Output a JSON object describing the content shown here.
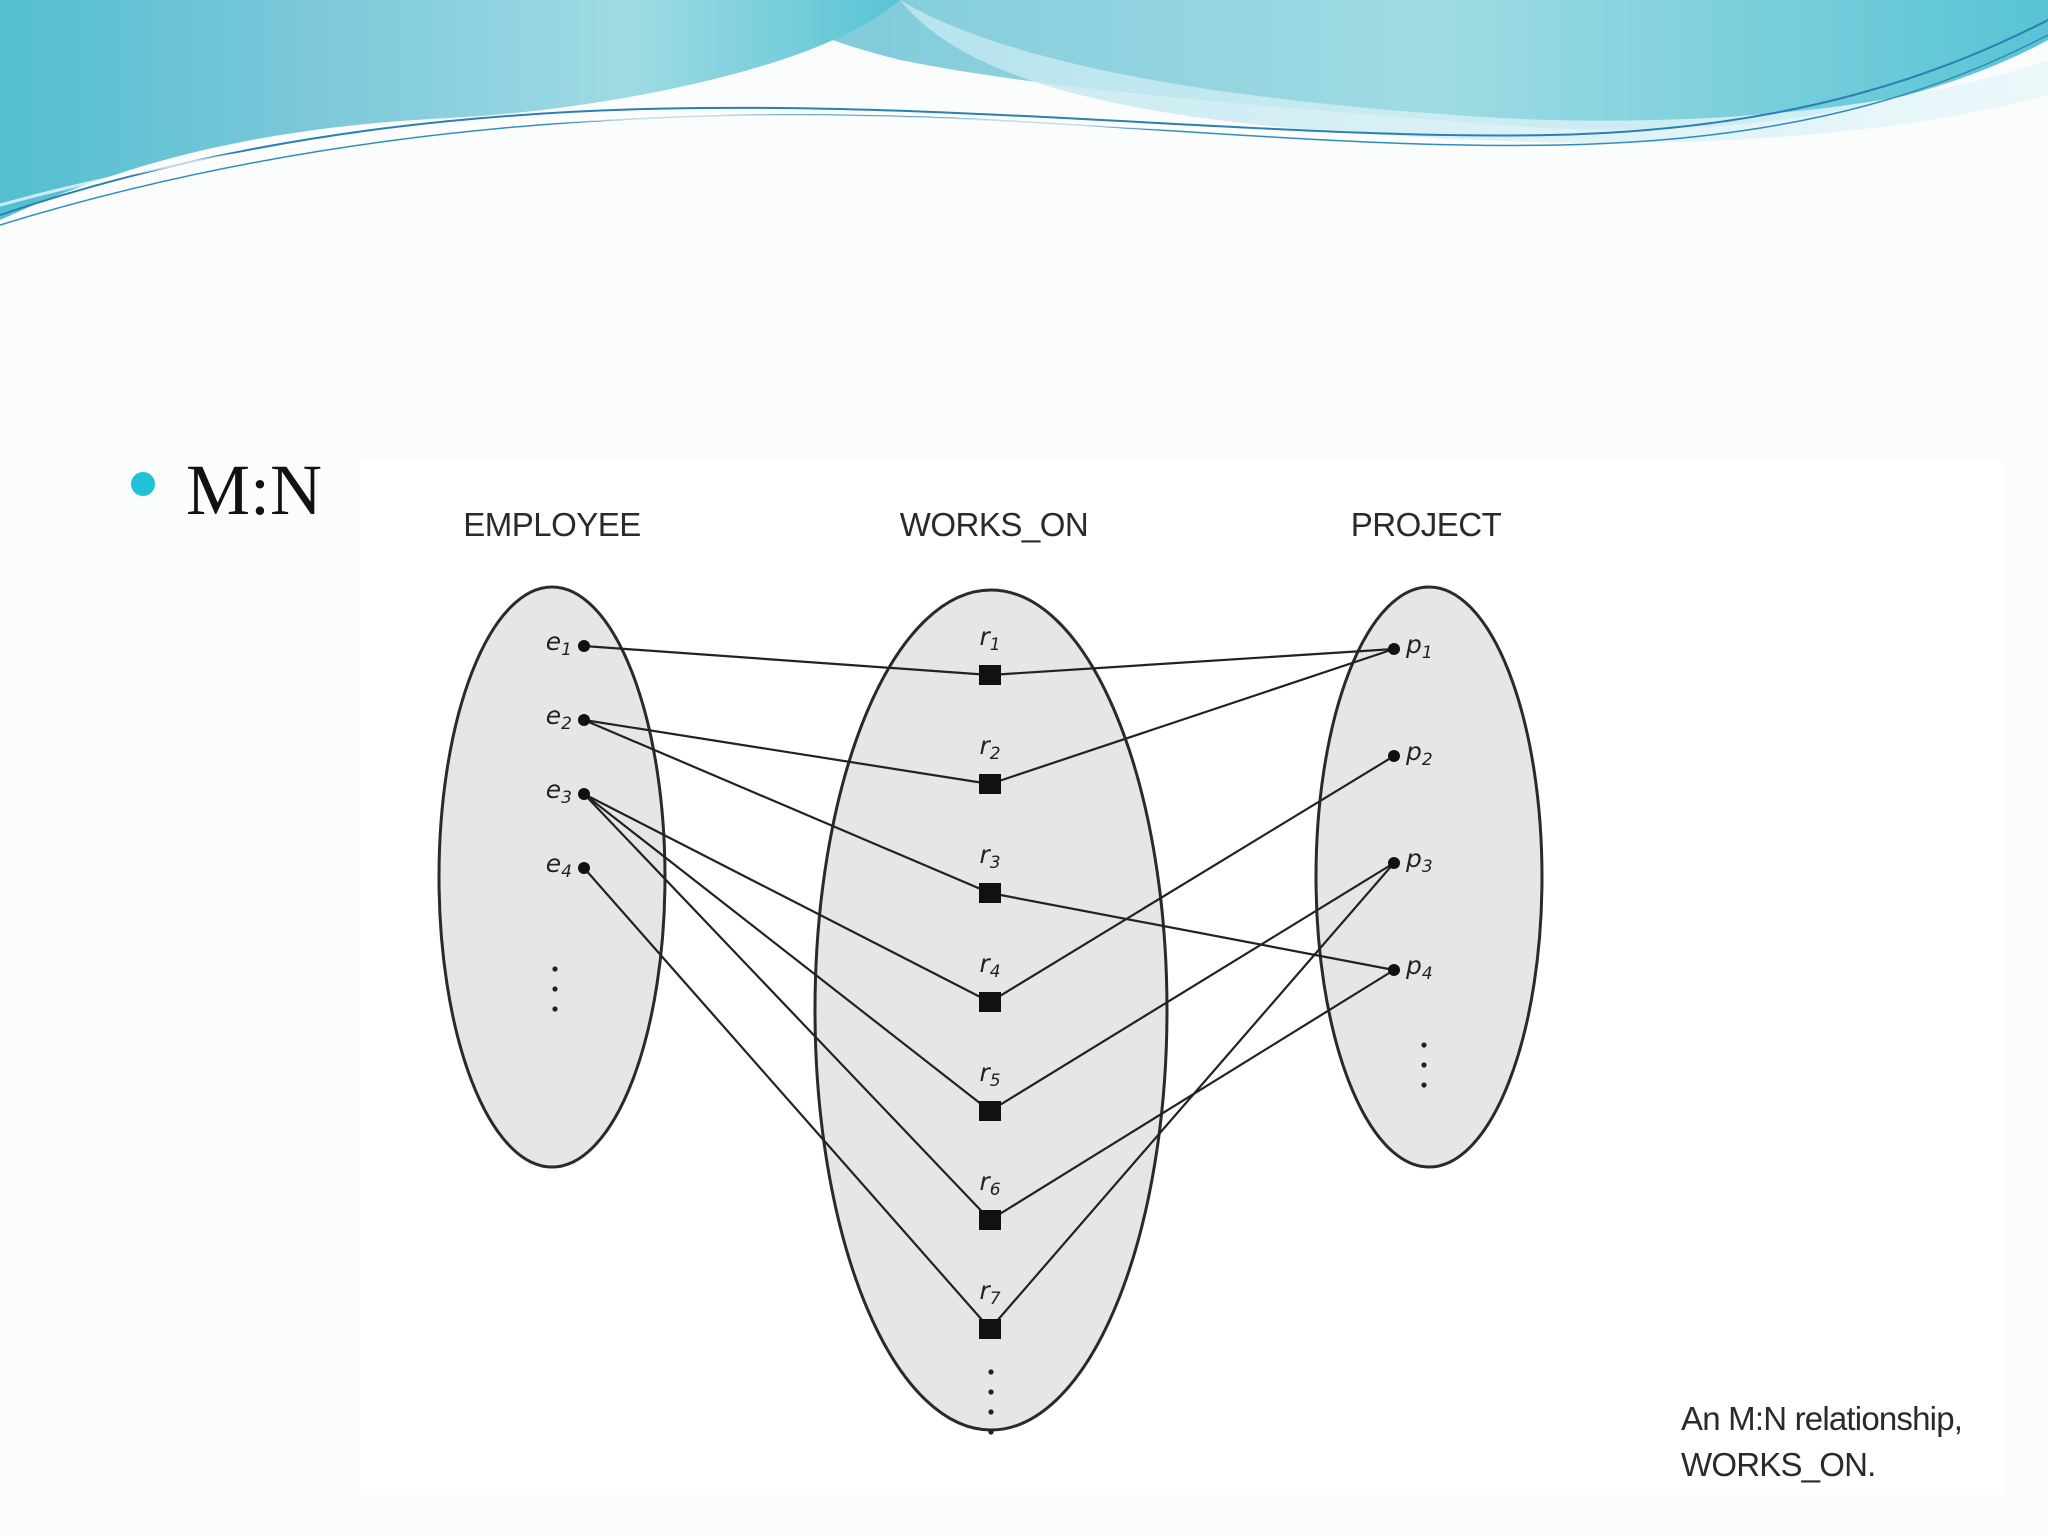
{
  "bullet": {
    "text": "M:N",
    "color": "#21c1d8"
  },
  "figure": {
    "sets": {
      "employee": {
        "title": "EMPLOYEE"
      },
      "works_on": {
        "title": "WORKS_ON"
      },
      "project": {
        "title": "PROJECT"
      }
    },
    "employees": [
      {
        "id": "e1",
        "letter": "e",
        "sub": "1"
      },
      {
        "id": "e2",
        "letter": "e",
        "sub": "2"
      },
      {
        "id": "e3",
        "letter": "e",
        "sub": "3"
      },
      {
        "id": "e4",
        "letter": "e",
        "sub": "4"
      }
    ],
    "relationships": [
      {
        "id": "r1",
        "letter": "r",
        "sub": "1"
      },
      {
        "id": "r2",
        "letter": "r",
        "sub": "2"
      },
      {
        "id": "r3",
        "letter": "r",
        "sub": "3"
      },
      {
        "id": "r4",
        "letter": "r",
        "sub": "4"
      },
      {
        "id": "r5",
        "letter": "r",
        "sub": "5"
      },
      {
        "id": "r6",
        "letter": "r",
        "sub": "6"
      },
      {
        "id": "r7",
        "letter": "r",
        "sub": "7"
      }
    ],
    "projects": [
      {
        "id": "p1",
        "letter": "p",
        "sub": "1"
      },
      {
        "id": "p2",
        "letter": "p",
        "sub": "2"
      },
      {
        "id": "p3",
        "letter": "p",
        "sub": "3"
      },
      {
        "id": "p4",
        "letter": "p",
        "sub": "4"
      }
    ],
    "links": [
      {
        "rel": "r1",
        "employee": "e1",
        "project": "p1"
      },
      {
        "rel": "r2",
        "employee": "e2",
        "project": "p1"
      },
      {
        "rel": "r3",
        "employee": "e2",
        "project": "p4"
      },
      {
        "rel": "r4",
        "employee": "e3",
        "project": "p2"
      },
      {
        "rel": "r5",
        "employee": "e3",
        "project": "p3"
      },
      {
        "rel": "r6",
        "employee": "e3",
        "project": "p4"
      },
      {
        "rel": "r7",
        "employee": "e4",
        "project": "p3"
      }
    ],
    "caption": {
      "line1": "An M:N relationship,",
      "line2": "WORKS_ON."
    }
  }
}
